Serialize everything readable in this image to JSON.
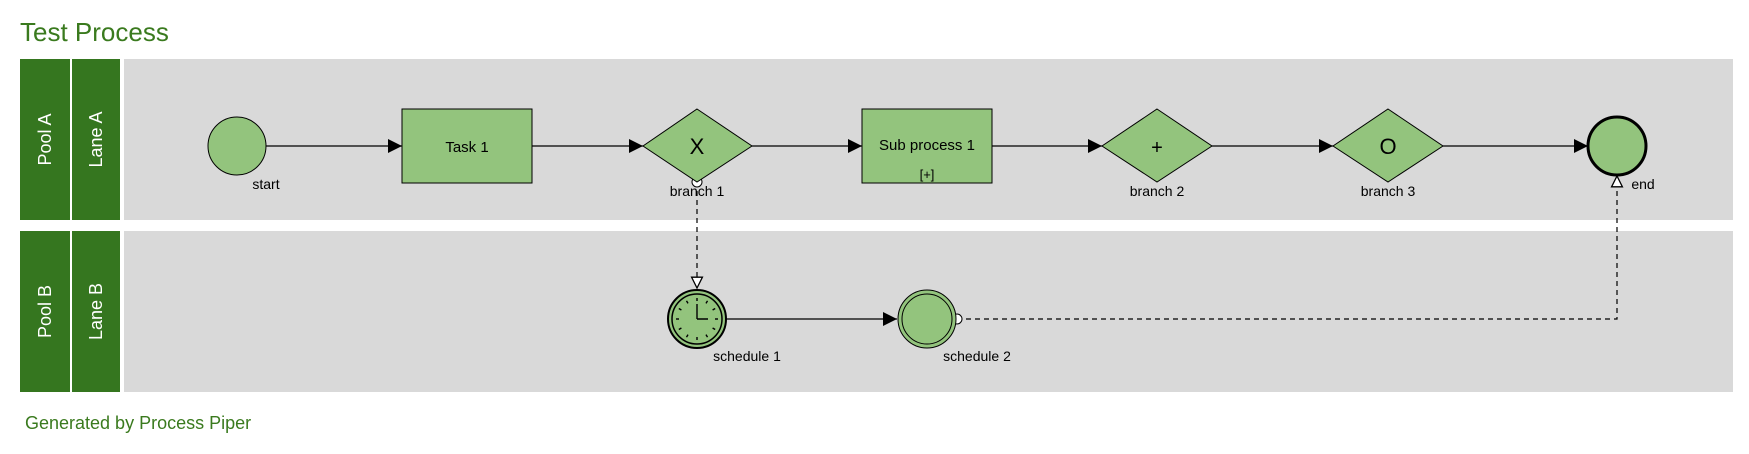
{
  "title": "Test Process",
  "footer": "Generated by Process Piper",
  "colors": {
    "accent": "#3a7a1e",
    "header_fill": "#35761f",
    "lane_bg": "#d9d9d9",
    "node_fill": "#93c47d",
    "stroke": "#000000"
  },
  "pools": [
    {
      "label": "Pool A",
      "lane": "Lane A"
    },
    {
      "label": "Pool B",
      "lane": "Lane B"
    }
  ],
  "nodes": {
    "start": {
      "caption": "start"
    },
    "task1": {
      "label": "Task 1"
    },
    "branch1": {
      "symbol": "X",
      "caption": "branch 1"
    },
    "subprocess1": {
      "label": "Sub process 1",
      "marker": "[+]"
    },
    "branch2": {
      "symbol": "+",
      "caption": "branch 2"
    },
    "branch3": {
      "symbol": "O",
      "caption": "branch 3"
    },
    "end": {
      "caption": "end"
    },
    "schedule1": {
      "caption": "schedule 1",
      "icon": "clock-icon"
    },
    "schedule2": {
      "caption": "schedule 2"
    }
  }
}
